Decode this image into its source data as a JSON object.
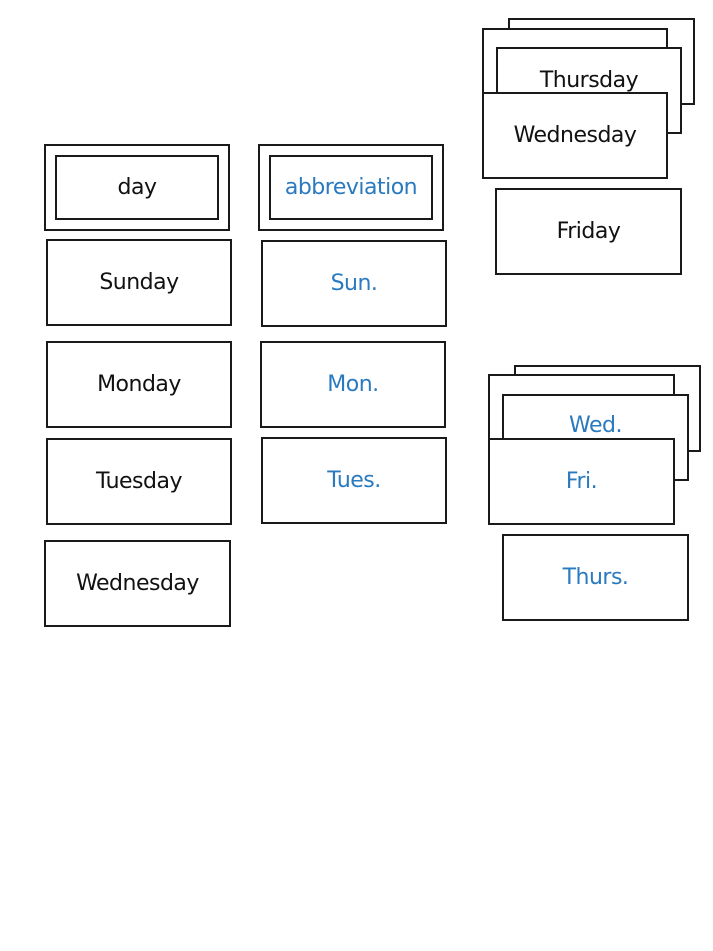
{
  "headers": {
    "day": "day",
    "abbreviation": "abbreviation"
  },
  "days": {
    "sunday": "Sunday",
    "monday": "Monday",
    "tuesday": "Tuesday",
    "wednesday": "Wednesday",
    "thursday": "Thursday",
    "wednesday_stack": "Wednesday",
    "friday": "Friday"
  },
  "abbreviations": {
    "sun": "Sun.",
    "mon": "Mon.",
    "tues": "Tues.",
    "wed": "Wed.",
    "fri": "Fri.",
    "thurs": "Thurs."
  },
  "colors": {
    "day_text": "#111111",
    "abbreviation_text": "#2a7abf",
    "card_border": "#1a1a1a"
  }
}
